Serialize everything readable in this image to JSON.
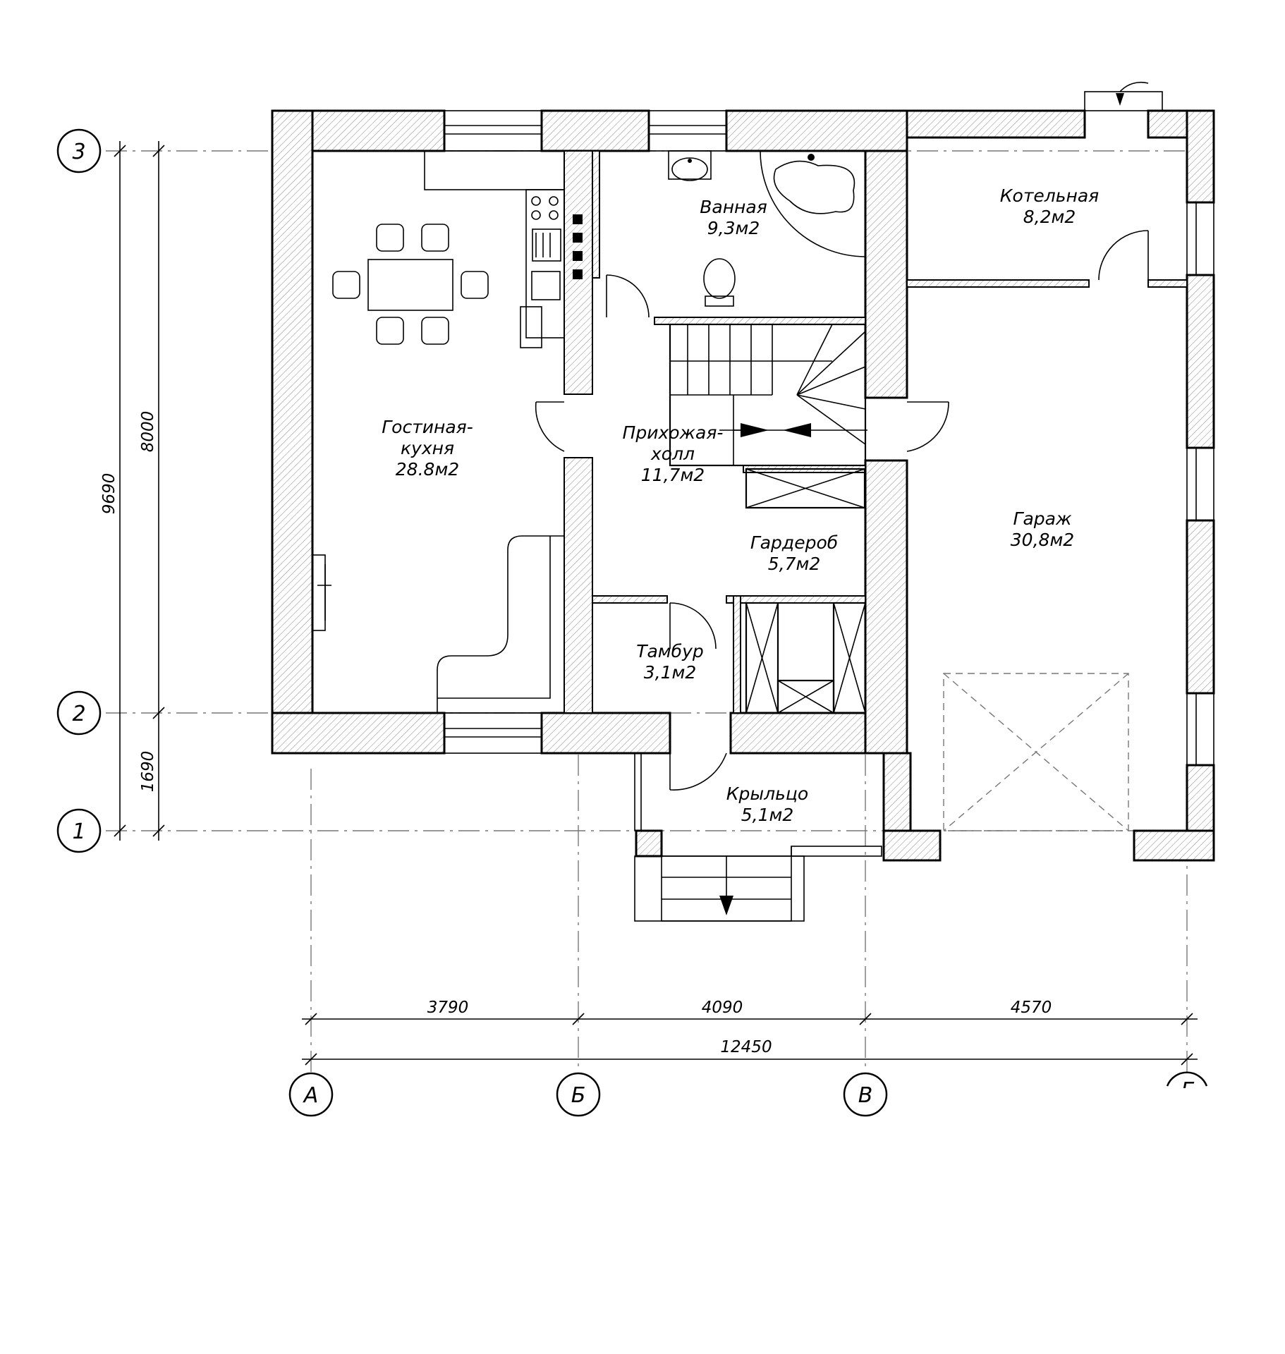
{
  "rooms": {
    "vannaya": {
      "name": "Ванная",
      "area": "9,3м2"
    },
    "kotelnaya": {
      "name": "Котельная",
      "area": "8,2м2"
    },
    "gostinaya": {
      "name1": "Гостиная-",
      "name2": "кухня",
      "area": "28.8м2"
    },
    "prihozhaya": {
      "name1": "Прихожая-",
      "name2": "холл",
      "area": "11,7м2"
    },
    "garazh": {
      "name": "Гараж",
      "area": "30,8м2"
    },
    "garderob": {
      "name": "Гардероб",
      "area": "5,7м2"
    },
    "tambur": {
      "name": "Тамбур",
      "area": "3,1м2"
    },
    "krylco": {
      "name": "Крыльцо",
      "area": "5,1м2"
    }
  },
  "axes": {
    "rows": [
      "3",
      "2",
      "1"
    ],
    "columns": [
      "А",
      "Б",
      "В",
      "Г"
    ]
  },
  "dimensions": {
    "vertical_total": "9690",
    "vertical_upper": "8000",
    "vertical_lower": "1690",
    "horizontal_1": "3790",
    "horizontal_2": "4090",
    "horizontal_3": "4570",
    "horizontal_total": "12450"
  }
}
